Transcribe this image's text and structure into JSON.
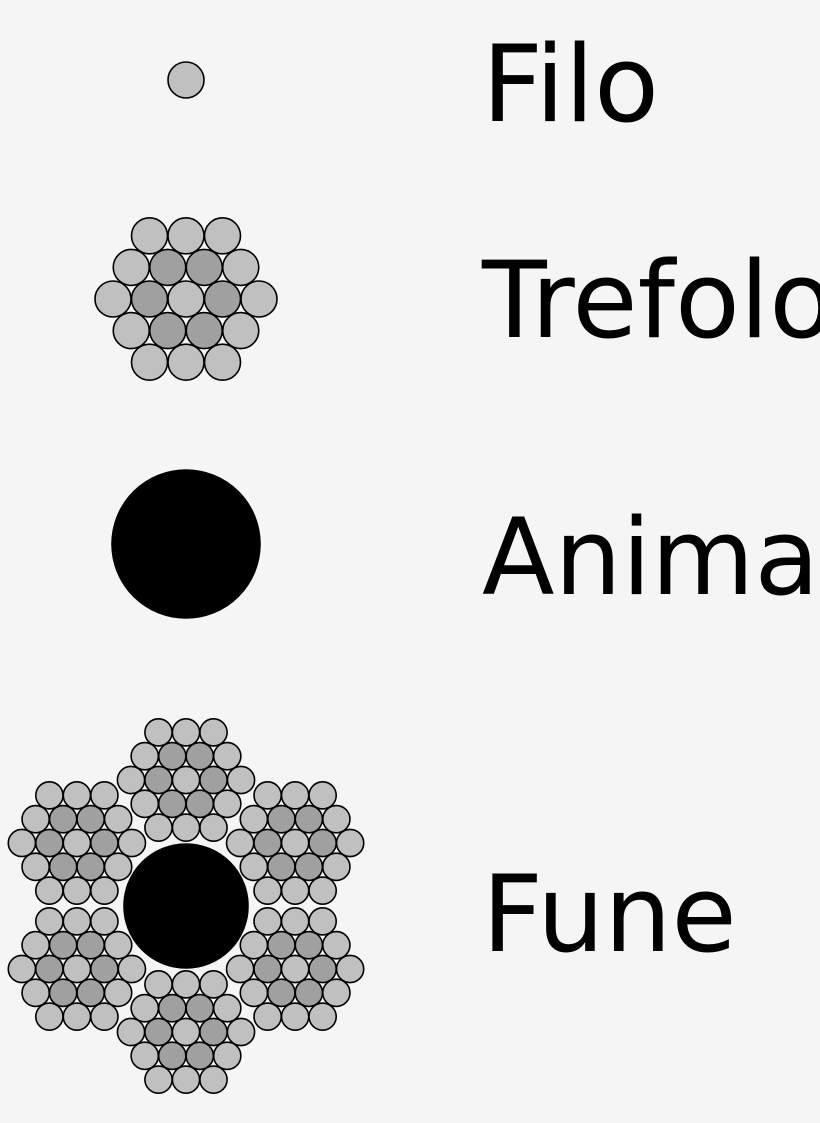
{
  "labels": {
    "wire": "Filo",
    "strand": "Trefolo",
    "core": "Anima",
    "rope": "Fune"
  },
  "colors": {
    "background": "#f5f5f5",
    "wire_light": "#c0c0c0",
    "wire_dark": "#a0a0a0",
    "core": "#000000",
    "outline": "#000000"
  },
  "structure": {
    "strand_wires_per_strand": 19,
    "strand_wire_layers": [
      1,
      6,
      12
    ],
    "rope_strand_count": 6
  }
}
